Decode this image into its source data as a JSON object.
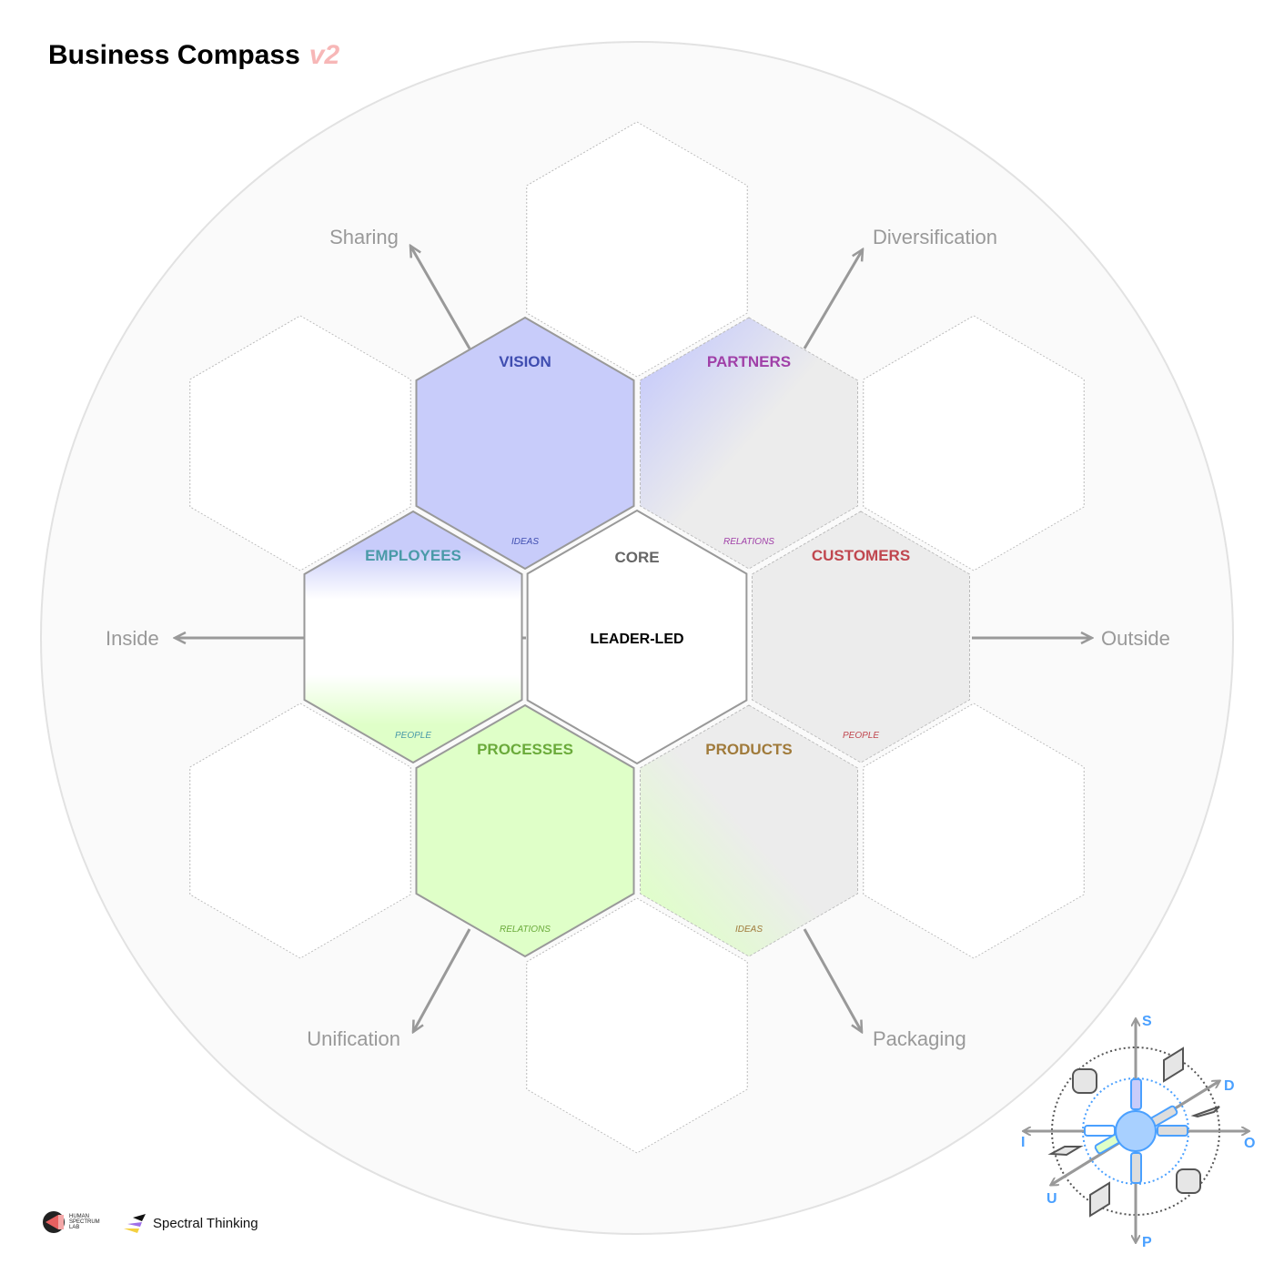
{
  "title": {
    "text": "Business Compass",
    "version": "v2"
  },
  "directions": {
    "sharing": "Sharing",
    "diversification": "Diversification",
    "inside": "Inside",
    "outside": "Outside",
    "unification": "Unification",
    "packaging": "Packaging"
  },
  "core": {
    "title": "CORE",
    "value": "LEADER-LED"
  },
  "cells": [
    {
      "id": "vision",
      "title": "VISION",
      "sub": "IDEAS",
      "color": "#3f4db0"
    },
    {
      "id": "partners",
      "title": "PARTNERS",
      "sub": "RELATIONS",
      "color": "#a040a8"
    },
    {
      "id": "employees",
      "title": "EMPLOYEES",
      "sub": "PEOPLE",
      "color": "#4a9aa8"
    },
    {
      "id": "customers",
      "title": "CUSTOMERS",
      "sub": "PEOPLE",
      "color": "#c0474f"
    },
    {
      "id": "processes",
      "title": "PROCESSES",
      "sub": "RELATIONS",
      "color": "#6aaa3a"
    },
    {
      "id": "products",
      "title": "PRODUCTS",
      "sub": "IDEAS",
      "color": "#a07a3a"
    }
  ],
  "mini_compass": {
    "s": "S",
    "d": "D",
    "i": "I",
    "o": "O",
    "u": "U",
    "p": "P"
  },
  "logos": {
    "lab": "HUMAN SPECTRUM LAB",
    "spectral": "Spectral Thinking"
  }
}
